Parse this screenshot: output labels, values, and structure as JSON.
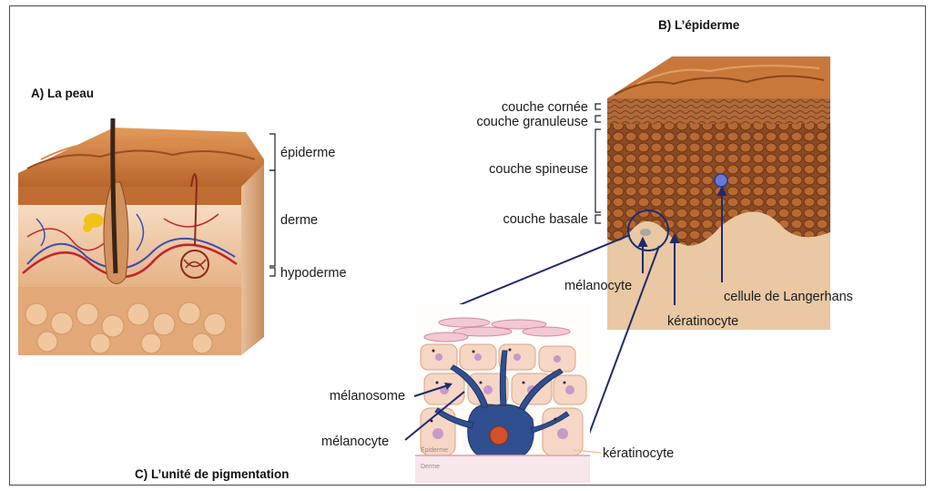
{
  "panel_a": {
    "title": "A) La peau",
    "labels": {
      "epiderme": "épiderme",
      "derme": "derme",
      "hypoderme": "hypoderme"
    }
  },
  "panel_b": {
    "title": "B) L’épiderme",
    "labels": {
      "couche_cornee": "couche cornée",
      "couche_granuleuse": "couche granuleuse",
      "couche_spineuse": "couche spineuse",
      "couche_basale": "couche basale",
      "melanocyte": "mélanocyte",
      "langerhans": "cellule de Langerhans",
      "keratinocyte": "kératinocyte"
    }
  },
  "panel_c": {
    "title": "C) L’unité de pigmentation",
    "labels": {
      "melanosome": "mélanosome",
      "melanocyte": "mélanocyte",
      "keratinocyte": "kératinocyte",
      "epiderme_tiny": "Épiderme",
      "derme_tiny": "Derme"
    }
  },
  "colors": {
    "skin_surface": "#c9783c",
    "skin_dark": "#9a4e1f",
    "dermis": "#f1cfae",
    "hypodermis": "#e9b98a",
    "vessel_red": "#c2262b",
    "vessel_blue": "#3b4fb0",
    "melanocyte_blue": "#2f4f8f",
    "cell_pink": "#f4d0bd"
  }
}
